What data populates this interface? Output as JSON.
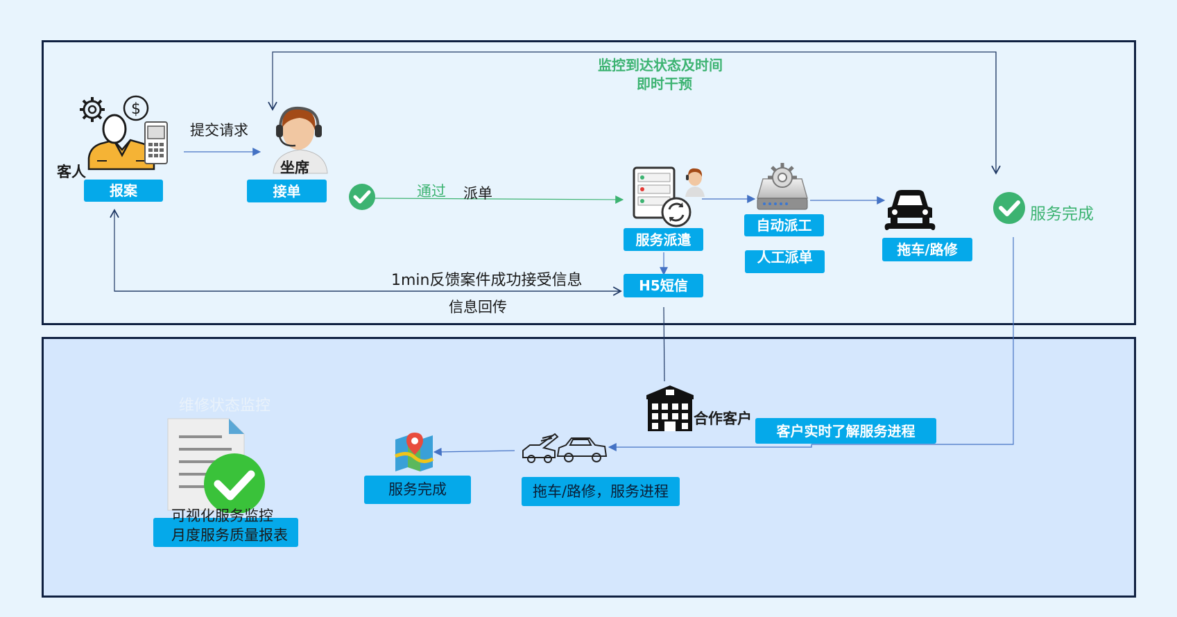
{
  "colors": {
    "background": "#e8f4fd",
    "bottom_panel": "#d5e7fd",
    "panel_border": "#0f2040",
    "label_blue": "#05a9ea",
    "green": "#3cb371",
    "line_blue": "#4472c4",
    "text_dark": "#1a1a1a"
  },
  "top": {
    "monitor_text_line1": "监控到达状态及时间",
    "monitor_text_line2": "即时干预",
    "customer": {
      "name": "客人",
      "label": "报案",
      "icons": [
        "gear-icon",
        "dollar-icon",
        "person-icon",
        "phone-icon"
      ]
    },
    "submit_request": "提交请求",
    "agent": {
      "name": "坐席",
      "label": "接单",
      "icon": "headset-agent-icon"
    },
    "pass_text": "通过",
    "dispatch_text": "派单",
    "dispatch": {
      "label": "服务派遣",
      "icon": "server-refresh-icon"
    },
    "auto": {
      "label": "自动派工",
      "icon": "server-gear-icon"
    },
    "manual_label": "人工派单",
    "tow": {
      "label": "拖车/路修",
      "icon": "car-wrench-icon"
    },
    "service_done": "服务完成",
    "h5_label": "H5短信",
    "feedback_text": "1min反馈案件成功接受信息",
    "info_return": "信息回传"
  },
  "bottom": {
    "partner": {
      "name": "合作客户",
      "icon": "building-icon"
    },
    "realtime_label": "客户实时了解服务进程",
    "progress_label": "拖车/路修，服务进程",
    "progress_icon": "tow-truck-icon",
    "done_label": "服务完成",
    "map_icon": "map-pin-icon",
    "monitor_title": "维修状态监控",
    "report_line1": "可视化服务监控",
    "report_line2": "月度服务质量报表",
    "report_icon": "document-check-icon"
  }
}
